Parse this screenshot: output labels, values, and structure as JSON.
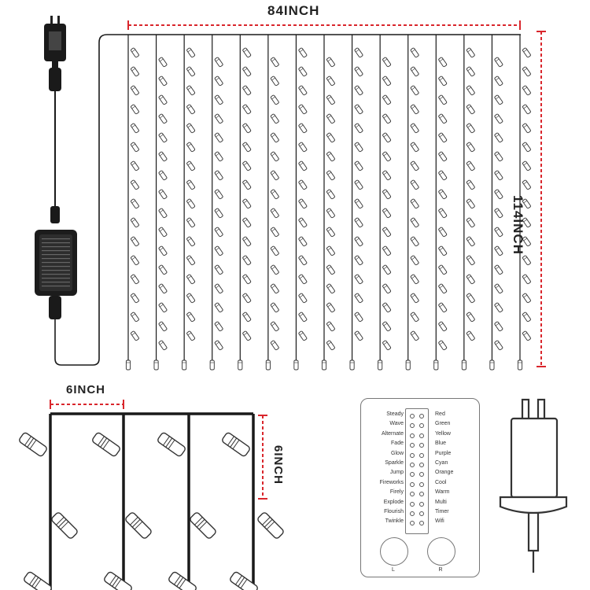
{
  "dimensions": {
    "overall_width": "84INCH",
    "overall_height": "114INCH",
    "spacing_width": "6INCH",
    "spacing_height": "6INCH"
  },
  "remote": {
    "left_modes": [
      "Steady",
      "Wave",
      "Alternate",
      "Fade",
      "Glow",
      "Sparkle",
      "Jump",
      "Fireworks",
      "Firely",
      "Explode",
      "Flourish",
      "Twinkle"
    ],
    "right_modes": [
      "Red",
      "Green",
      "Yellow",
      "Blue",
      "Purple",
      "Cyan",
      "Orange",
      "Cool",
      "Warm",
      "Multi",
      "Timer",
      "Wifi"
    ],
    "left_button_label": "L",
    "right_button_label": "R"
  },
  "colors": {
    "dimension_line": "#d9262c",
    "wire": "#1a1a1a",
    "bulb_outline": "#333333"
  },
  "icons": [
    "plug-adapter-icon",
    "controller-box-icon",
    "led-bulb-icon",
    "arrow-icon",
    "plug-adapter-outline-icon"
  ]
}
